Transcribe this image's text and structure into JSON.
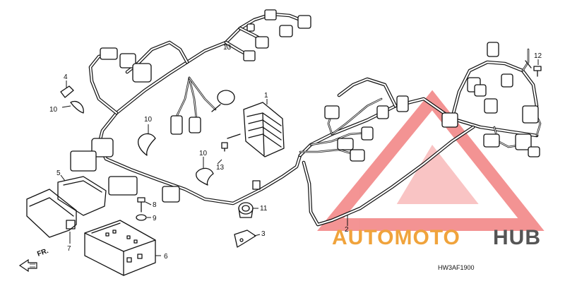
{
  "callouts": [
    {
      "id": "1",
      "text": "1"
    },
    {
      "id": "2",
      "text": "2"
    },
    {
      "id": "3",
      "text": "3"
    },
    {
      "id": "4",
      "text": "4"
    },
    {
      "id": "5",
      "text": "5"
    },
    {
      "id": "6",
      "text": "6"
    },
    {
      "id": "7",
      "text": "7"
    },
    {
      "id": "8",
      "text": "8"
    },
    {
      "id": "9",
      "text": "9"
    },
    {
      "id": "10a",
      "text": "10"
    },
    {
      "id": "10b",
      "text": "10"
    },
    {
      "id": "10c",
      "text": "10"
    },
    {
      "id": "11",
      "text": "11"
    },
    {
      "id": "12",
      "text": "12"
    },
    {
      "id": "13a",
      "text": "13"
    },
    {
      "id": "13b",
      "text": "13"
    }
  ],
  "front_marker": "FR.",
  "diagram_code": "HW3AF1900",
  "watermark": {
    "part1": "AUTOMOTO",
    "part2": "HUB",
    "color1": "#f0a33c",
    "color2": "#555555",
    "triangle_color": "#f07070"
  }
}
